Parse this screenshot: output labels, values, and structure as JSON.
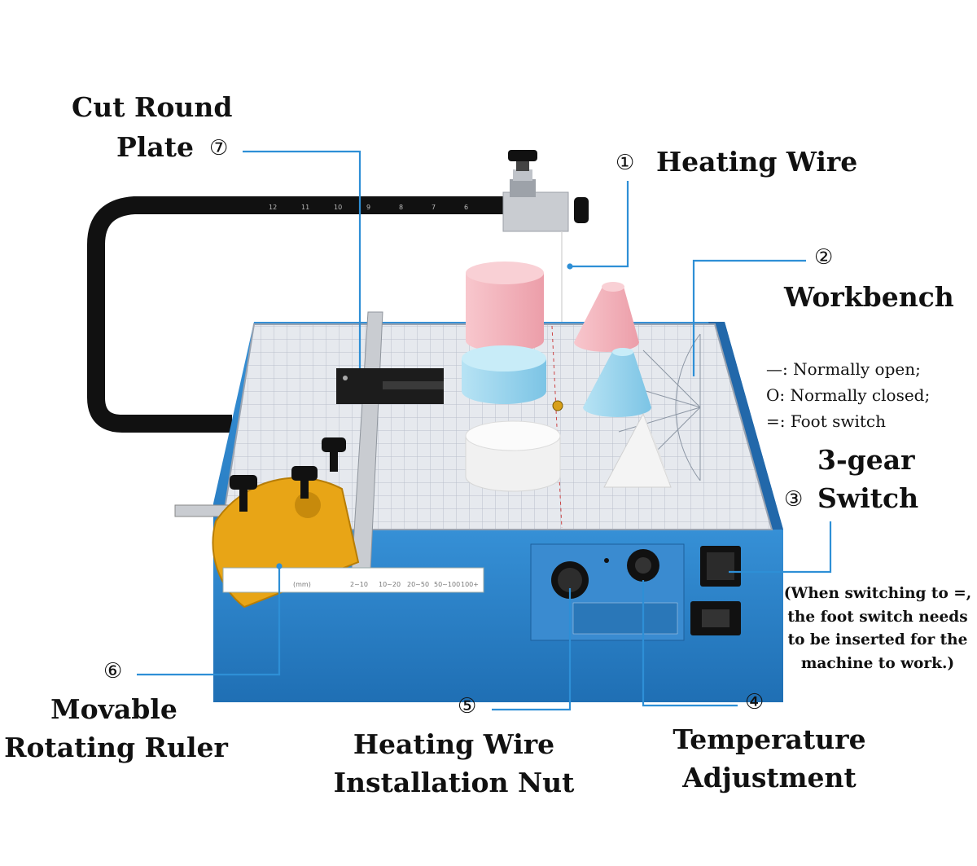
{
  "labels": {
    "cut_round_plate": {
      "line1": "Cut Round",
      "line2": "Plate",
      "number": "⑦"
    },
    "heating_wire": {
      "number": "①",
      "text": "Heating Wire"
    },
    "workbench": {
      "number": "②",
      "text": "Workbench"
    },
    "switch_modes": {
      "line1": "—: Normally open;",
      "line2": "O: Normally closed;",
      "line3": "=: Foot switch"
    },
    "three_gear_switch": {
      "line1": "3-gear",
      "number": "③",
      "line2": "Switch"
    },
    "switch_note": {
      "line1": "(When switching to =,",
      "line2": "the foot switch needs",
      "line3": "to be inserted for the",
      "line4": "machine to work.)"
    },
    "temperature_adjustment": {
      "number": "④",
      "line1": "Temperature",
      "line2": "Adjustment"
    },
    "installation_nut": {
      "number": "⑤",
      "line1": "Heating Wire",
      "line2": "Installation Nut"
    },
    "rotating_ruler": {
      "number": "⑥",
      "line1": "Movable",
      "line2": "Rotating Ruler"
    }
  },
  "colors": {
    "callout_line": "#2e8fd6",
    "machine_body": "#2a7fc6",
    "grid_board": "#e6e9ee",
    "protractor": "#e8a516",
    "foam_pink": "#f4b6bf",
    "foam_blue": "#9fd6ee",
    "foam_white": "#f7f7f7"
  }
}
